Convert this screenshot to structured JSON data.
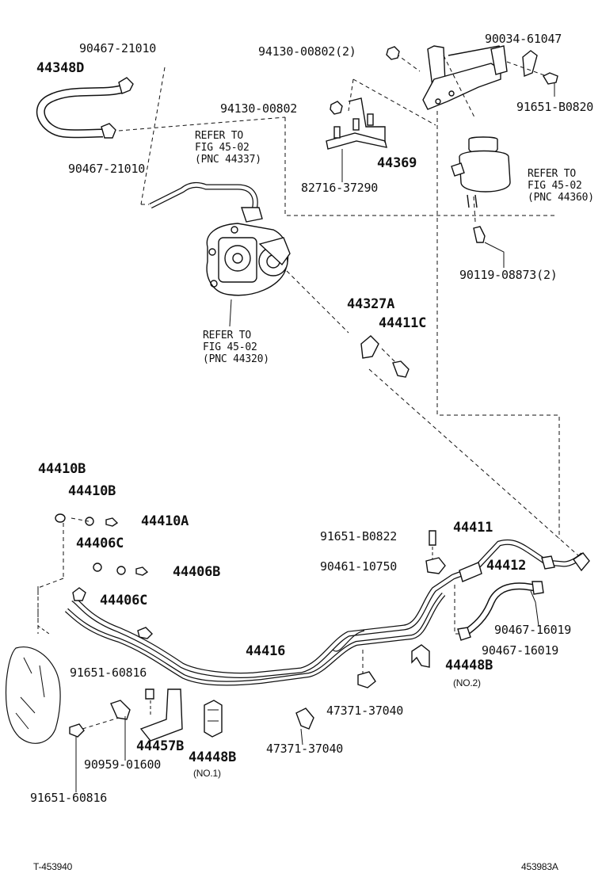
{
  "labels": {
    "p90467_21010_top": "90467-21010",
    "p44348D": "44348D",
    "p90467_21010_bottom": "90467-21010",
    "p94130_00802_2": "94130-00802(2)",
    "p90034_61047": "90034-61047",
    "p94130_00802": "94130-00802",
    "p91651_B0820": "91651-B0820",
    "p44369": "44369",
    "p82716_37290": "82716-37290",
    "p90119_08873_2": "90119-08873(2)",
    "p44327A": "44327A",
    "p44411C": "44411C",
    "p44410B_a": "44410B",
    "p44410B_b": "44410B",
    "p44410A": "44410A",
    "p44406C_a": "44406C",
    "p44406B": "44406B",
    "p44406C_b": "44406C",
    "p91651_B0822": "91651-B0822",
    "p44411": "44411",
    "p90461_10750": "90461-10750",
    "p44412": "44412",
    "p90467_16019_a": "90467-16019",
    "p90467_16019_b": "90467-16019",
    "p44416": "44416",
    "p44448B_no2": "44448B",
    "no2": "(NO.2)",
    "p91651_60816_a": "91651-60816",
    "p47371_37040_a": "47371-37040",
    "p44457B": "44457B",
    "p44448B_no1": "44448B",
    "no1": "(NO.1)",
    "p47371_37040_b": "47371-37040",
    "p90959_01600": "90959-01600",
    "p91651_60816_b": "91651-60816"
  },
  "refers": {
    "fig_44337": "REFER TO\nFIG 45-02\n(PNC 44337)",
    "fig_44360": "REFER TO\nFIG 45-02\n(PNC 44360)",
    "fig_44320": "REFER TO\nFIG 45-02\n(PNC 44320)"
  },
  "footer": {
    "left_code": "T-453940",
    "right_code": "453983A"
  }
}
